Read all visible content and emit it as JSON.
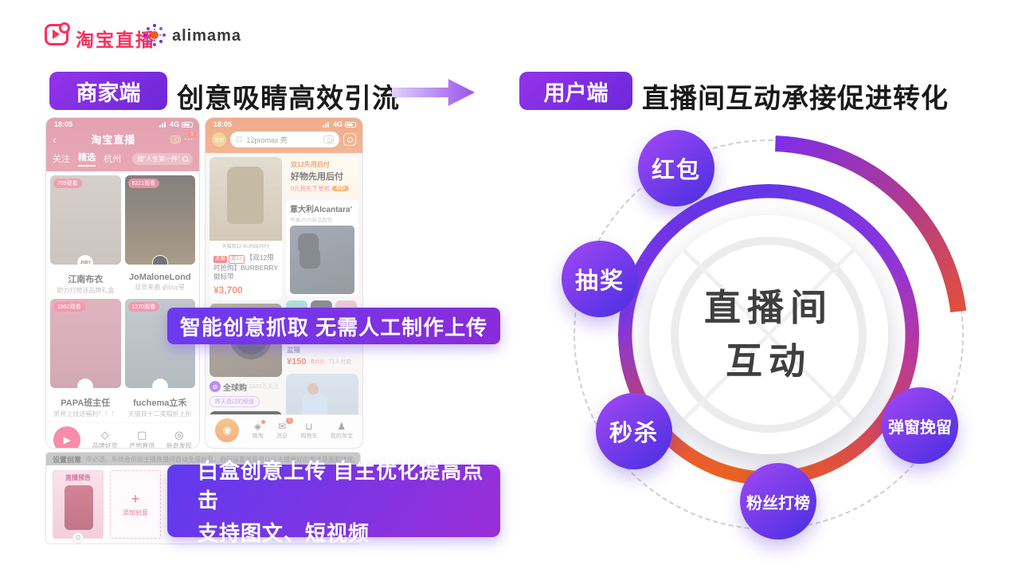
{
  "brand": {
    "taobao_live": "淘宝直播",
    "alimama": "alimama"
  },
  "header": {
    "left_badge": "商家端",
    "left_title": "创意吸睛高效引流",
    "right_badge": "用户端",
    "right_title": "直播间互动承接促进转化"
  },
  "overlays": {
    "band1": "智能创意抓取 无需人工制作上传",
    "band2_line1": "白盒创意上传 自主优化提高点击",
    "band2_line2": "支持图文、短视频"
  },
  "phone_live": {
    "status_time": "18:05",
    "status_net": "4G",
    "nav_title": "淘宝直播",
    "nav_badge": "1",
    "tabs": [
      {
        "label": "关注"
      },
      {
        "label": "精选"
      },
      {
        "label": "杭州"
      }
    ],
    "search_placeholder": "搜\"人生第一件\"",
    "cards": [
      {
        "badge": "769观看",
        "title": "江南布衣",
        "subtitle": "助力打榜送品牌礼盒",
        "chip": "JNBY"
      },
      {
        "badge": "6221观看",
        "title": "JoMaloneLond",
        "subtitle": "现货来袭 必buy星",
        "chip": ""
      },
      {
        "badge": "1962观看",
        "title": "PAPA班主任",
        "subtitle": "男神上线送福利！！！",
        "chip": ""
      },
      {
        "badge": "1270观看",
        "title": "fuchema立禾",
        "subtitle": "天猫双十二美帽折上折",
        "chip": ""
      }
    ],
    "tabbar": [
      "品牌好货",
      "产地直供",
      "新奇发现"
    ]
  },
  "phone_taobao": {
    "status_time": "18:05",
    "status_net": "4G",
    "checkin": "签到",
    "search_text": "12promax 壳",
    "promo": {
      "tag": "双12先用后付",
      "title": "好物先用后付",
      "pill": "0元抢先下单啦",
      "go": "GO"
    },
    "burberry": {
      "caption": "天猫双12·BURBERRY",
      "chip1": "天猫",
      "chip2": "双12",
      "desc": "【双12限时抢购】BURBERRY 徽标带",
      "price": "¥3,700"
    },
    "alcantara": {
      "title": "意大利Alcantara'",
      "subtitle": "苹果2020新品配色"
    },
    "globalbuy": {
      "name": "全球购",
      "followers": "1693万关注",
      "pill": "昨天逛过的频道"
    },
    "tiffany": {
      "desc": "蒂芙尼 TiFFANY 陶瓷碗 宠物喝水盆狗狗粮食盆猫",
      "price": "¥150",
      "price_tag": "券后价",
      "paid": "71人付款"
    },
    "tabbar": [
      "微淘",
      "消息",
      "购物车",
      "我的淘宝"
    ],
    "msg_badge": "1"
  },
  "console_strip": {
    "bar_title": "设置创意",
    "bar_note": "非必选，系统会依据主播直播间自动生成创意，自行设置创意可以让主播更好的表达意图和优化创意效果",
    "thumb1_label": "直播预告",
    "thumb1_at": "@",
    "thumb2_plus": "+",
    "thumb2_label": "添加创意"
  },
  "diagram": {
    "center_line1": "直播间",
    "center_line2": "互动",
    "bubbles": [
      {
        "label": "红包"
      },
      {
        "label": "抽奖"
      },
      {
        "label": "秒杀"
      },
      {
        "label": "粉丝打榜"
      },
      {
        "label": "弹窗挽留"
      }
    ],
    "colors": {
      "bubble_from": "#9a46f2",
      "bubble_to": "#5532e4",
      "arc_start_purple": "#7d2ee8",
      "arc_mid_magenta": "#b03a8e",
      "arc_end_red": "#e0503c",
      "ring_orange": "#f26418",
      "badge_purple": "#6d28d9"
    }
  }
}
